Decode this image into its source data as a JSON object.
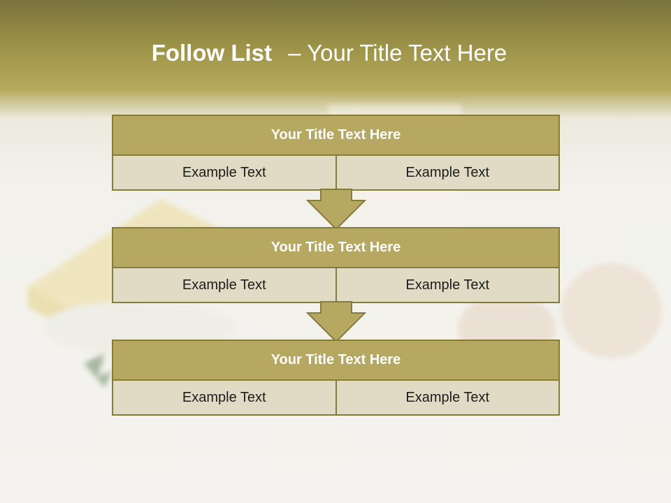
{
  "slide": {
    "title_bold": "Follow List",
    "title_rest": "– Your Title Text Here"
  },
  "blocks": [
    {
      "title": "Your Title Text Here",
      "left_text": "Example Text",
      "right_text": "Example Text"
    },
    {
      "title": "Your Title Text Here",
      "left_text": "Example Text",
      "right_text": "Example Text"
    },
    {
      "title": "Your Title Text Here",
      "left_text": "Example Text",
      "right_text": "Example Text"
    }
  ],
  "colors": {
    "header_band": "#9e9449",
    "block_header": "#b6a761",
    "block_cell": "#e1dbc6",
    "border": "#857b3c",
    "arrow_fill": "#b6a761"
  },
  "icons": [
    "down-arrow-icon",
    "down-arrow-icon"
  ]
}
